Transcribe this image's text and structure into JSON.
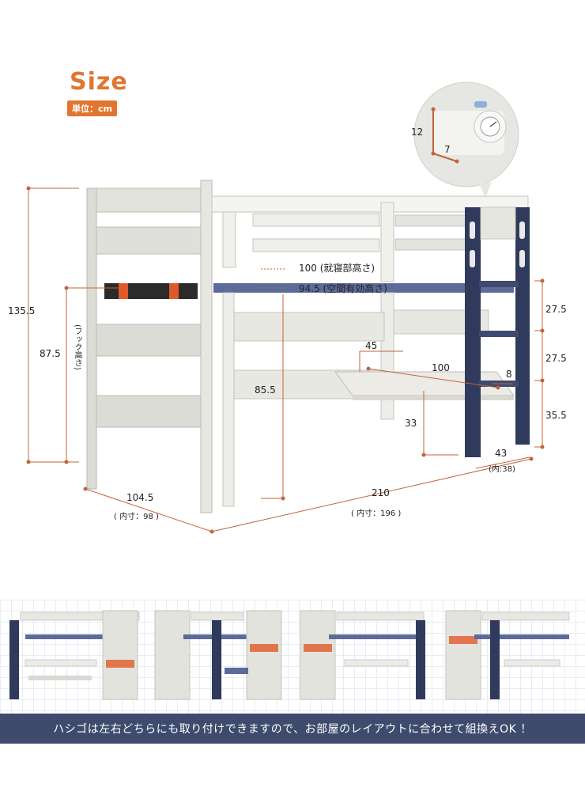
{
  "header": {
    "title": "Size",
    "unit_label": "単位：cm"
  },
  "dimensions": {
    "total_height": "135.5",
    "hook_height": "87.5",
    "hook_label": "(フック高さ)",
    "underside_height": "85.5",
    "bed_height": "100 (就寝部高さ)",
    "usable_height": "94.5 (空間有効高さ)",
    "depth": "104.5",
    "depth_inner": "( 内寸：98 )",
    "length": "210",
    "length_inner": "( 内寸：196 )",
    "desk_depth": "45",
    "desk_width": "100",
    "desk_thickness": "8",
    "desk_height": "33",
    "ladder_step_1": "27.5",
    "ladder_step_2": "27.5",
    "ladder_step_3": "35.5",
    "ladder_width": "43",
    "ladder_inner": "(内:38)",
    "clock_height": "12",
    "clock_depth": "7"
  },
  "banner": {
    "text": "ハシゴは左右どちらにも取り付けできますので、お部屋のレイアウトに合わせて組換えOK ！"
  },
  "colors": {
    "accent": "#e07630",
    "navy": "#2f3a5c",
    "dim_line": "#c0653a",
    "banner_bg": "#3e4b6d"
  }
}
